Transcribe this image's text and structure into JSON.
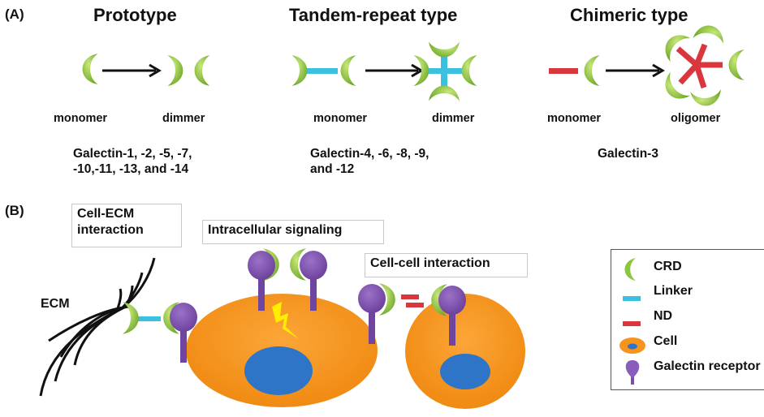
{
  "panel_a": {
    "label": "(A)",
    "groups": [
      {
        "title": "Prototype",
        "monomer_label": "monomer",
        "multimer_label": "dimmer",
        "members_line1": "Galectin-1, -2, -5, -7,",
        "members_line2": "-10,-11, -13, and -14"
      },
      {
        "title": "Tandem-repeat type",
        "monomer_label": "monomer",
        "multimer_label": "dimmer",
        "members_line1": "Galectin-4, -6, -8, -9,",
        "members_line2": "and -12"
      },
      {
        "title": "Chimeric type",
        "monomer_label": "monomer",
        "multimer_label": "oligomer",
        "members_line1": "Galectin-3",
        "members_line2": ""
      }
    ]
  },
  "panel_b": {
    "label": "(B)",
    "callouts": {
      "cell_ecm_line1": "Cell-ECM",
      "cell_ecm_line2": "interaction",
      "intracellular": "Intracellular signaling",
      "cell_cell": "Cell-cell interaction"
    },
    "ecm_label": "ECM"
  },
  "legend": {
    "items": [
      {
        "icon": "crd-icon",
        "label": "CRD"
      },
      {
        "icon": "linker-icon",
        "label": "Linker"
      },
      {
        "icon": "nd-icon",
        "label": "ND"
      },
      {
        "icon": "cell-icon",
        "label": "Cell"
      },
      {
        "icon": "galectin-receptor-icon",
        "label": "Galectin receptor"
      }
    ]
  },
  "colors": {
    "crd_green": "#8cc63f",
    "linker_blue": "#3cc0e0",
    "nd_red": "#d9363e",
    "cell_orange": "#f7941d",
    "nucleus_blue": "#2e75c8",
    "receptor_purple": "#7a4fa8",
    "signal_yellow": "#ffee00"
  }
}
